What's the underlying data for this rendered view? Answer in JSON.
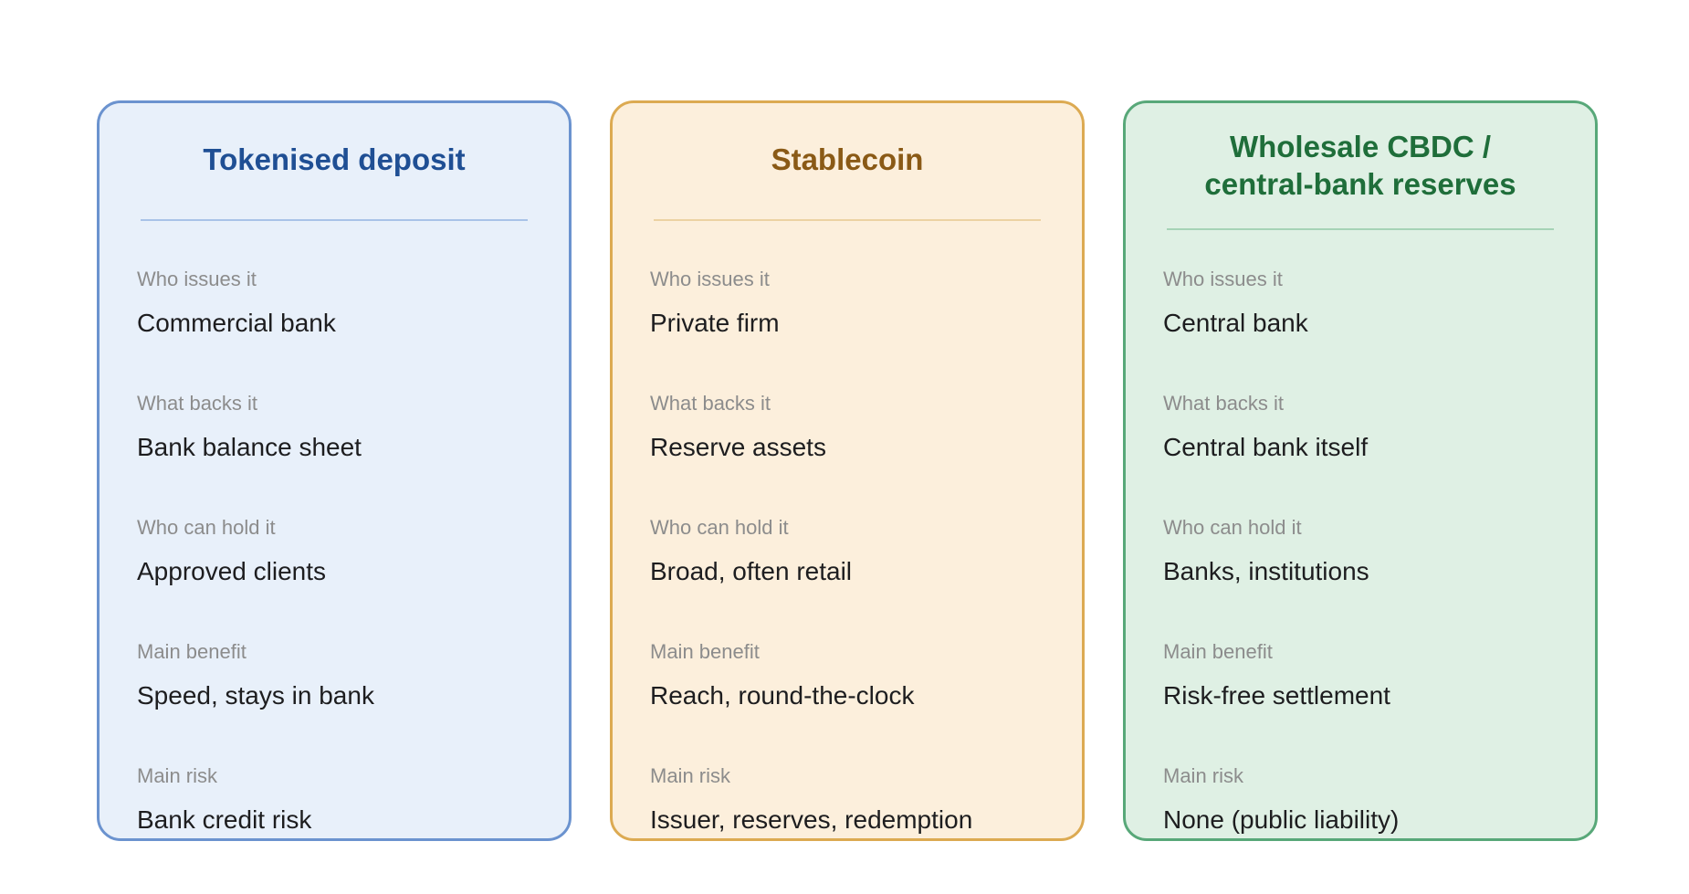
{
  "cards": [
    {
      "title": "Tokenised deposit",
      "color": "#1f4f94",
      "fields": [
        {
          "label": "Who issues it",
          "value": "Commercial bank"
        },
        {
          "label": "What backs it",
          "value": "Bank balance sheet"
        },
        {
          "label": "Who can hold it",
          "value": "Approved clients"
        },
        {
          "label": "Main benefit",
          "value": "Speed, stays in bank"
        },
        {
          "label": "Main risk",
          "value": "Bank credit risk"
        }
      ]
    },
    {
      "title": "Stablecoin",
      "color": "#8a5a16",
      "fields": [
        {
          "label": "Who issues it",
          "value": "Private firm"
        },
        {
          "label": "What backs it",
          "value": "Reserve assets"
        },
        {
          "label": "Who can hold it",
          "value": "Broad, often retail"
        },
        {
          "label": "Main benefit",
          "value": "Reach, round-the-clock"
        },
        {
          "label": "Main risk",
          "value": "Issuer, reserves, redemption"
        }
      ]
    },
    {
      "title_line1": "Wholesale CBDC /",
      "title_line2": "central-bank reserves",
      "color": "#1f6e3a",
      "fields": [
        {
          "label": "Who issues it",
          "value": "Central bank"
        },
        {
          "label": "What backs it",
          "value": "Central bank itself"
        },
        {
          "label": "Who can hold it",
          "value": "Banks, institutions"
        },
        {
          "label": "Main benefit",
          "value": "Risk-free settlement"
        },
        {
          "label": "Main risk",
          "value": "None (public liability)"
        }
      ]
    }
  ]
}
